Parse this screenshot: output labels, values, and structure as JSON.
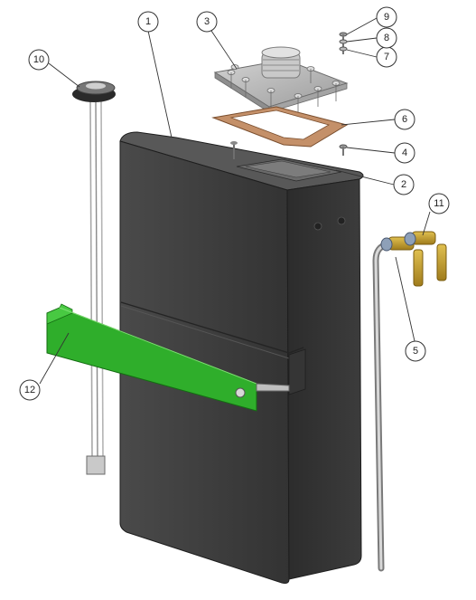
{
  "diagram": {
    "callouts": [
      {
        "id": "c1",
        "label": "1"
      },
      {
        "id": "c2",
        "label": "2"
      },
      {
        "id": "c3",
        "label": "3"
      },
      {
        "id": "c4",
        "label": "4"
      },
      {
        "id": "c5",
        "label": "5"
      },
      {
        "id": "c6",
        "label": "6"
      },
      {
        "id": "c7",
        "label": "7"
      },
      {
        "id": "c8",
        "label": "8"
      },
      {
        "id": "c9",
        "label": "9"
      },
      {
        "id": "c10",
        "label": "10"
      },
      {
        "id": "c11",
        "label": "11"
      },
      {
        "id": "c12",
        "label": "12"
      }
    ],
    "colors": {
      "tank": "#3e3e3e",
      "bracket": "#2faa2a",
      "gasket": "#b98058",
      "plate": "#b8b8b8",
      "brass": "#c8a22c"
    }
  }
}
